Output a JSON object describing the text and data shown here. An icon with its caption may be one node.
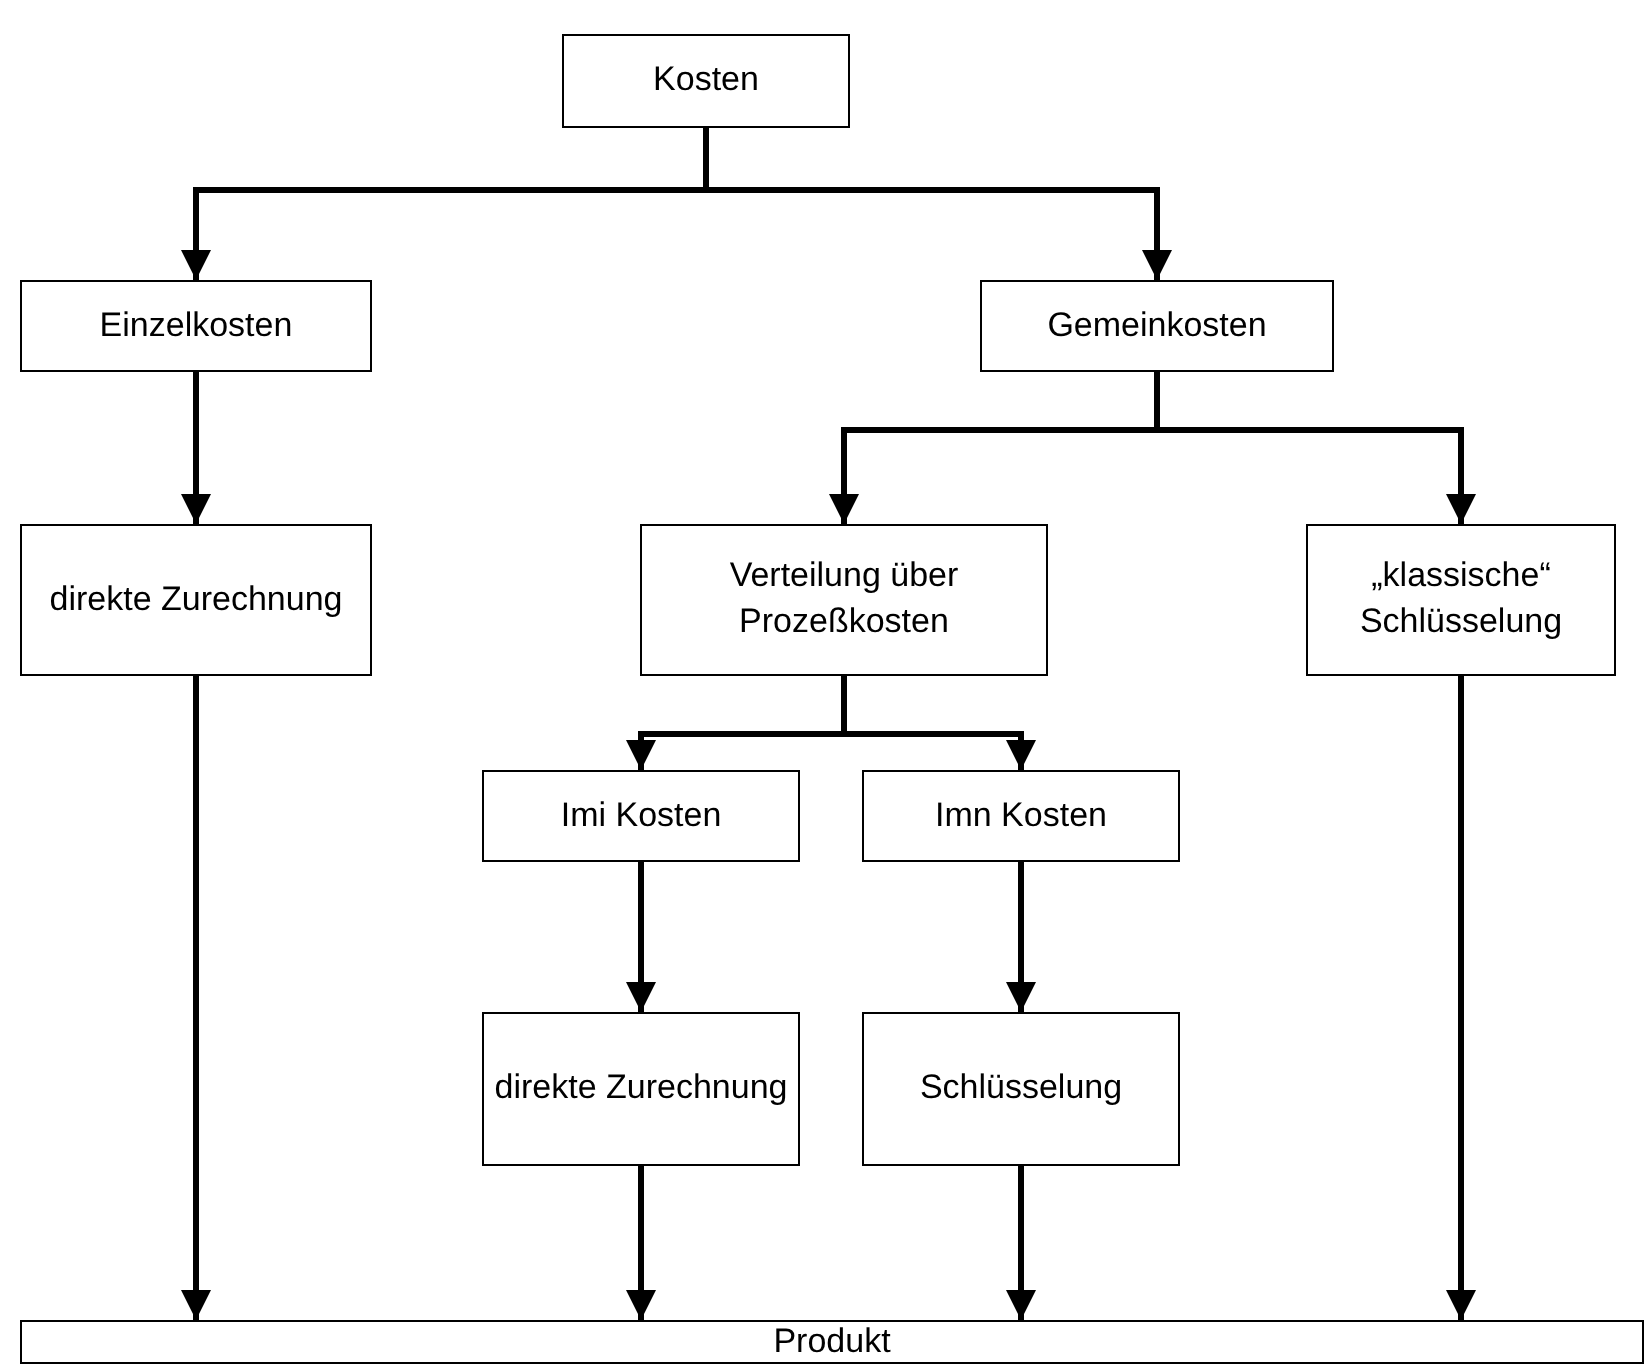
{
  "diagram": {
    "nodes": [
      {
        "text": [
          "Kosten"
        ]
      },
      {
        "text": [
          "Einzelkosten"
        ]
      },
      {
        "text": [
          "Gemeinkosten"
        ]
      },
      {
        "text": [
          "direkte Zurechnung"
        ]
      },
      {
        "text": [
          "Verteilung über Prozeßkosten"
        ]
      },
      {
        "text": [
          "„klassische“ Schlüsselung"
        ]
      },
      {
        "text": [
          "Imi Kosten"
        ]
      },
      {
        "text": [
          "Imn Kosten"
        ]
      },
      {
        "text": [
          "direkte Zurechnung"
        ]
      },
      {
        "text": [
          "Schlüsselung"
        ]
      },
      {
        "text": [
          "Produkt"
        ]
      }
    ],
    "edges": [
      {
        "from": 0,
        "to": 1,
        "arrow": "to"
      },
      {
        "from": 0,
        "to": 2,
        "arrow": "to"
      },
      {
        "from": 1,
        "to": 3,
        "arrow": "to"
      },
      {
        "from": 2,
        "to": 4,
        "arrow": "to"
      },
      {
        "from": 2,
        "to": 5,
        "arrow": "to"
      },
      {
        "from": 3,
        "to": 10,
        "arrow": "to"
      },
      {
        "from": 4,
        "to": 6,
        "arrow": "to"
      },
      {
        "from": 4,
        "to": 7,
        "arrow": "to"
      },
      {
        "from": 6,
        "to": 8,
        "arrow": "to"
      },
      {
        "from": 7,
        "to": 9,
        "arrow": "to"
      },
      {
        "from": 8,
        "to": 10,
        "arrow": "to"
      },
      {
        "from": 9,
        "to": 10,
        "arrow": "to"
      },
      {
        "from": 5,
        "to": 10,
        "arrow": "to"
      }
    ]
  }
}
